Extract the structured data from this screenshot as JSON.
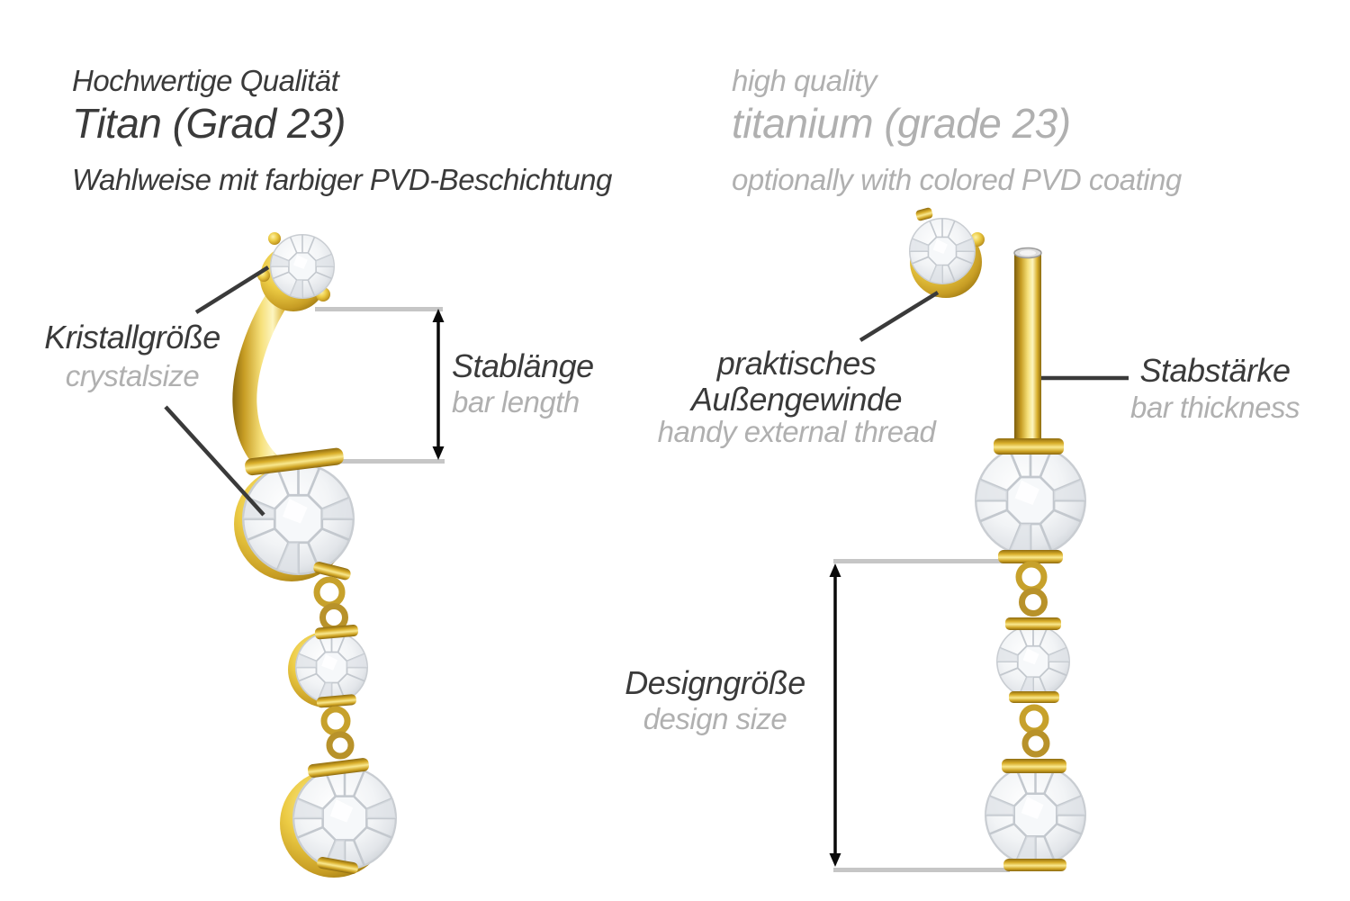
{
  "header": {
    "de": {
      "quality": "Hochwertige Qualität",
      "material": "Titan (Grad 23)",
      "coating": "Wahlweise mit farbiger PVD-Beschichtung"
    },
    "en": {
      "quality": "high quality",
      "material": "titanium (grade 23)",
      "coating": "optionally with colored PVD coating"
    }
  },
  "callouts": {
    "crystal_size": {
      "de": "Kristallgröße",
      "en": "crystalsize"
    },
    "bar_length": {
      "de": "Stablänge",
      "en": "bar length"
    },
    "external_thread": {
      "de_line1": "praktisches",
      "de_line2": "Außengewinde",
      "en": "handy external thread"
    },
    "bar_thickness": {
      "de": "Stabstärke",
      "en": "bar thickness"
    },
    "design_size": {
      "de": "Designgröße",
      "en": "design size"
    }
  },
  "colors": {
    "text_dark": "#3a3a3a",
    "text_light": "#b0b0b0",
    "leader_line": "#3a3a3a",
    "extension_line": "#c6c6c6",
    "arrow": "#0a0a0a",
    "gold": "#d9b02e",
    "background": "#ffffff"
  }
}
